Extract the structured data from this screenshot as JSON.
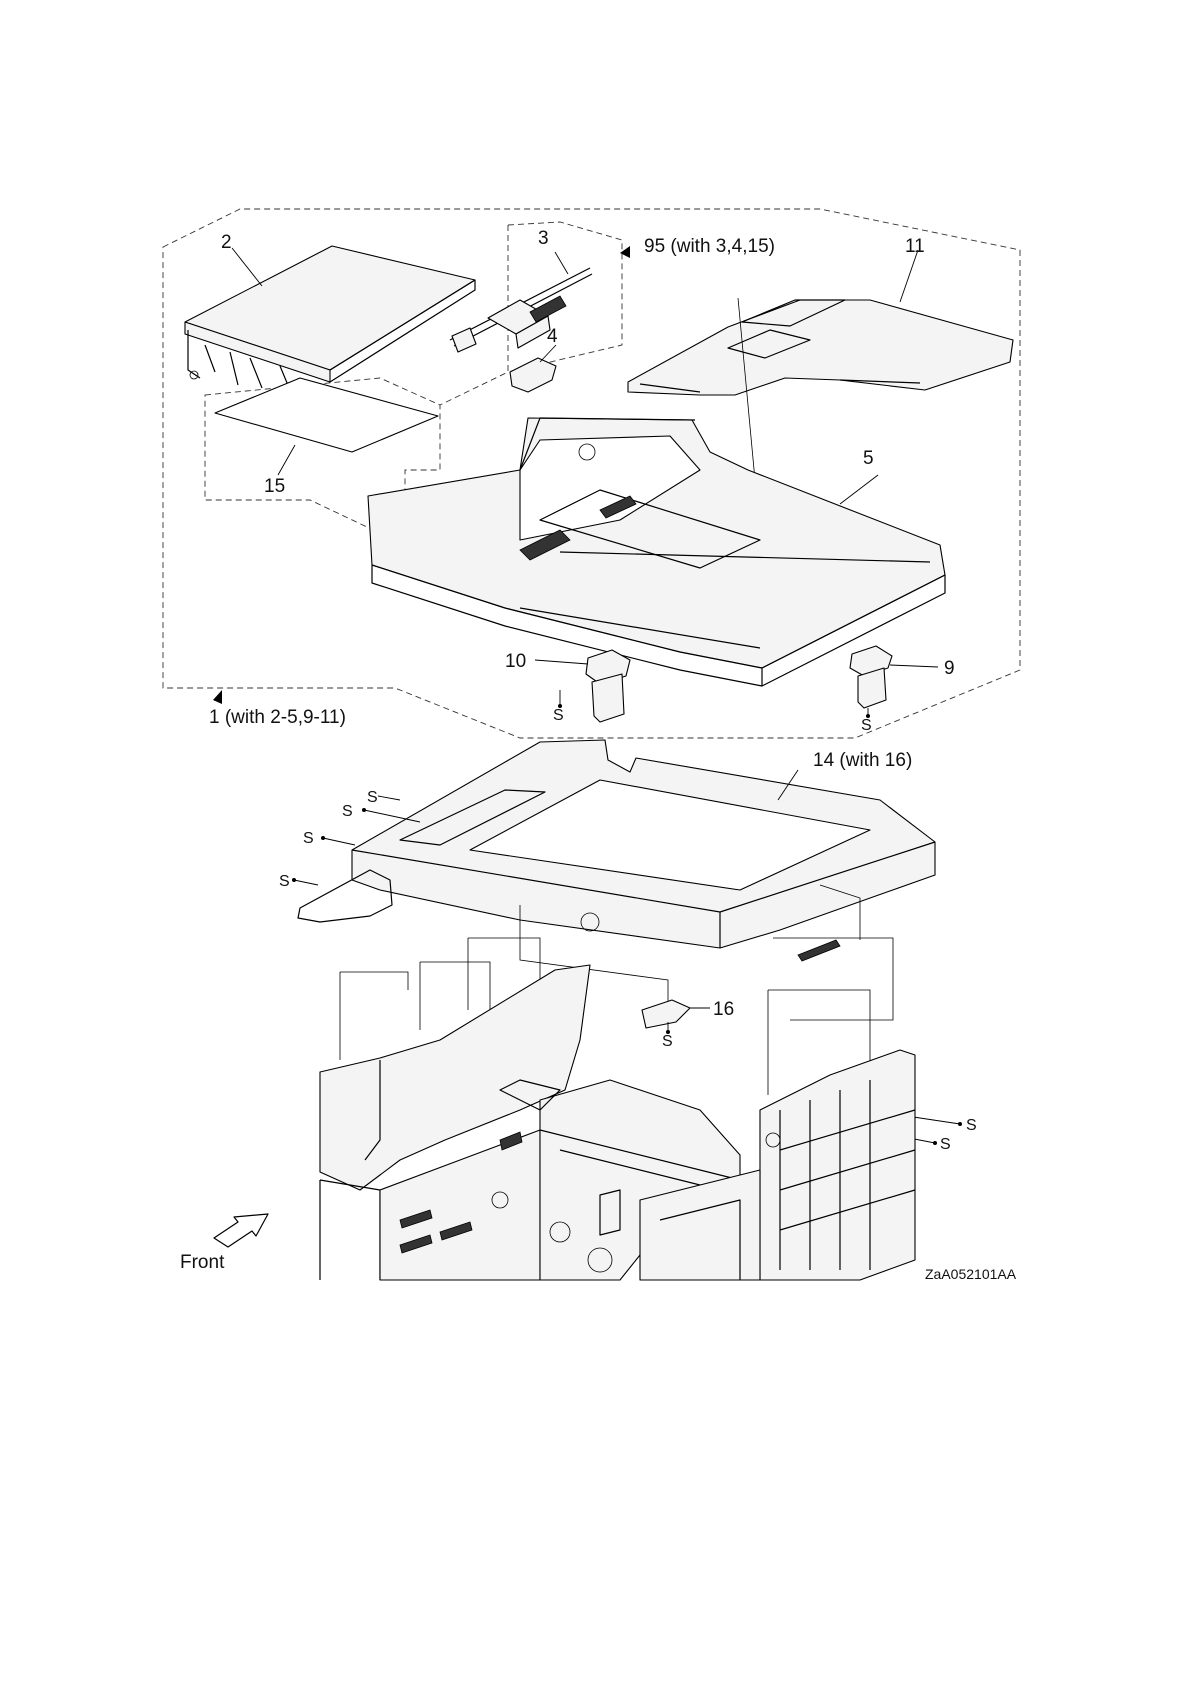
{
  "callouts": {
    "c1": "1 (with 2-5,9-11)",
    "c2": "2",
    "c3": "3",
    "c4": "4",
    "c5": "5",
    "c9": "9",
    "c10": "10",
    "c11": "11",
    "c14": "14 (with 16)",
    "c15": "15",
    "c16": "16",
    "c95": "95 (with 3,4,15)"
  },
  "screw_label": "S",
  "front_label": "Front",
  "figure_code": "ZaA052101AA"
}
